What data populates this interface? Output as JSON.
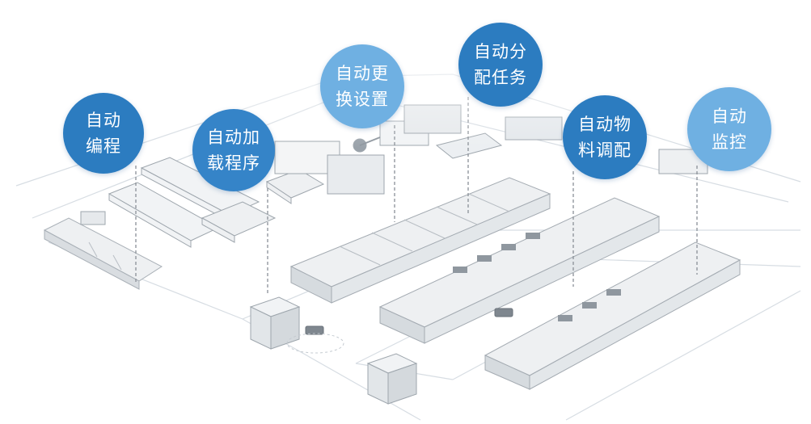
{
  "labels": [
    {
      "id": "auto-programming",
      "line1": "自动",
      "line2": "编程",
      "color": "#2c7cc0"
    },
    {
      "id": "auto-load-program",
      "line1": "自动加",
      "line2": "载程序",
      "color": "#3584c8"
    },
    {
      "id": "auto-changeover",
      "line1": "自动更",
      "line2": "换设置",
      "color": "#6fb0e2"
    },
    {
      "id": "auto-task-dispatch",
      "line1": "自动分",
      "line2": "配任务",
      "color": "#2c7cc0"
    },
    {
      "id": "auto-material-allocation",
      "line1": "自动物",
      "line2": "料调配",
      "color": "#2c7cc0"
    },
    {
      "id": "auto-monitoring",
      "line1": "自动",
      "line2": "监控",
      "color": "#6fb0e2"
    }
  ],
  "colors": {
    "floor_line": "#d7dde3",
    "machine_body": "#eef0f2",
    "machine_edge": "#a9b0b7",
    "machine_dark": "#8f979f",
    "leader": "#8a9097"
  }
}
